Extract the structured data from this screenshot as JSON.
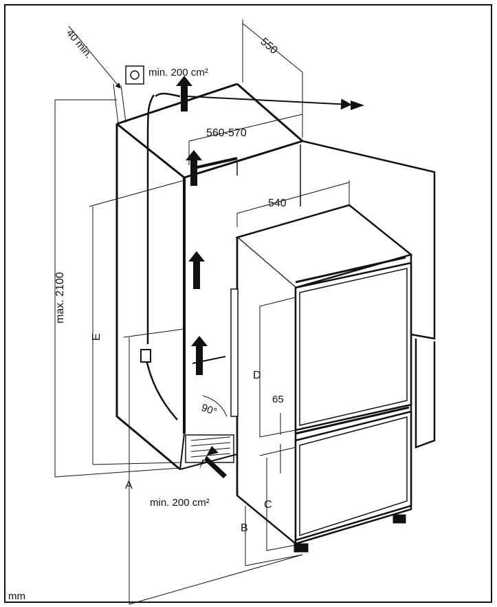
{
  "labels": {
    "dim_40": "40 min.",
    "dim_550": "550",
    "vent_top": "min. 200 cm²",
    "dim_560": "560-570",
    "dim_540": "540",
    "dim_height": "max. 2100",
    "dim_E": "E",
    "dim_D": "D",
    "dim_65": "65",
    "angle": "90°",
    "vent_bottom": "min. 200 cm²",
    "dim_A": "A",
    "dim_B": "B",
    "dim_C": "C",
    "unit": "mm"
  }
}
